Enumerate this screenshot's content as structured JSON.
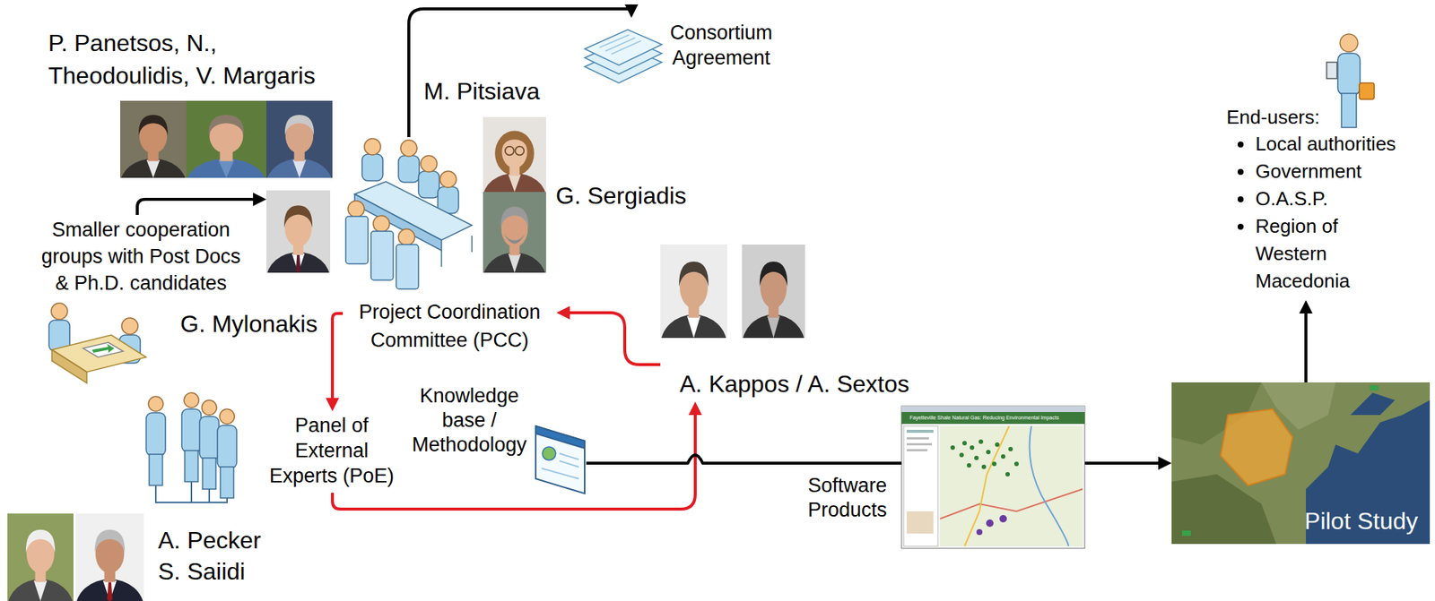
{
  "diagram": {
    "nodes": [
      {
        "text": [
          "Consortium Agreement"
        ]
      },
      {
        "text": [
          "Project Coordination Committee (PCC)"
        ]
      },
      {
        "text": [
          "G. Mylonakis"
        ]
      },
      {
        "text": [
          "Smaller cooperation groups with Post Docs & Ph.D. candidates"
        ]
      },
      {
        "text": [
          "Panel of External Experts (PoE)"
        ]
      },
      {
        "text": [
          "Knowledge base / Methodology"
        ]
      },
      {
        "text": [
          "A. Kappos / A. Sextos"
        ]
      },
      {
        "text": [
          "Software Products"
        ]
      },
      {
        "text": [
          "Pilot Study"
        ]
      },
      {
        "text": [
          "End-users:",
          "Local authorities",
          "Government",
          "O.A.S.P.",
          "Region of Western Macedonia"
        ]
      }
    ],
    "edges": [
      {
        "from": 1,
        "to": 0,
        "arrow": "to"
      },
      {
        "from": 3,
        "to": 2,
        "arrow": "to"
      },
      {
        "from": 1,
        "to": 4,
        "arrow": "to"
      },
      {
        "from": 4,
        "to": 6,
        "arrow": "to"
      },
      {
        "from": 6,
        "to": 1,
        "arrow": "to"
      },
      {
        "from": 5,
        "to": 7,
        "arrow": "none"
      },
      {
        "from": 7,
        "to": 8,
        "arrow": "to"
      },
      {
        "from": 8,
        "to": 9,
        "arrow": "to"
      }
    ],
    "labels": [
      "P. Panetsos, N., Theodoulidis, V. Margaris",
      "M. Pitsiava",
      "G. Sergiadis",
      "A. Pecker",
      "S. Saiidi",
      "Fayetteville Shale Natural Gas: Reducing Environmental Impacts"
    ]
  }
}
